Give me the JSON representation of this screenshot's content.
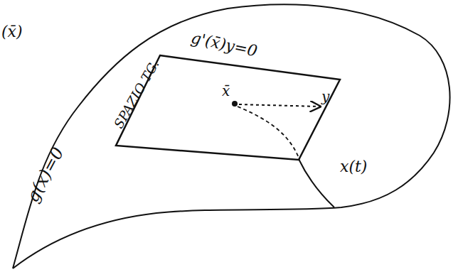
{
  "diagram": {
    "labels": [
      "(x̄)",
      "g(x)=0",
      "SPAZIO TG.",
      "g'(x̄)y=0",
      "x̄",
      "y",
      "x(t)"
    ]
  }
}
